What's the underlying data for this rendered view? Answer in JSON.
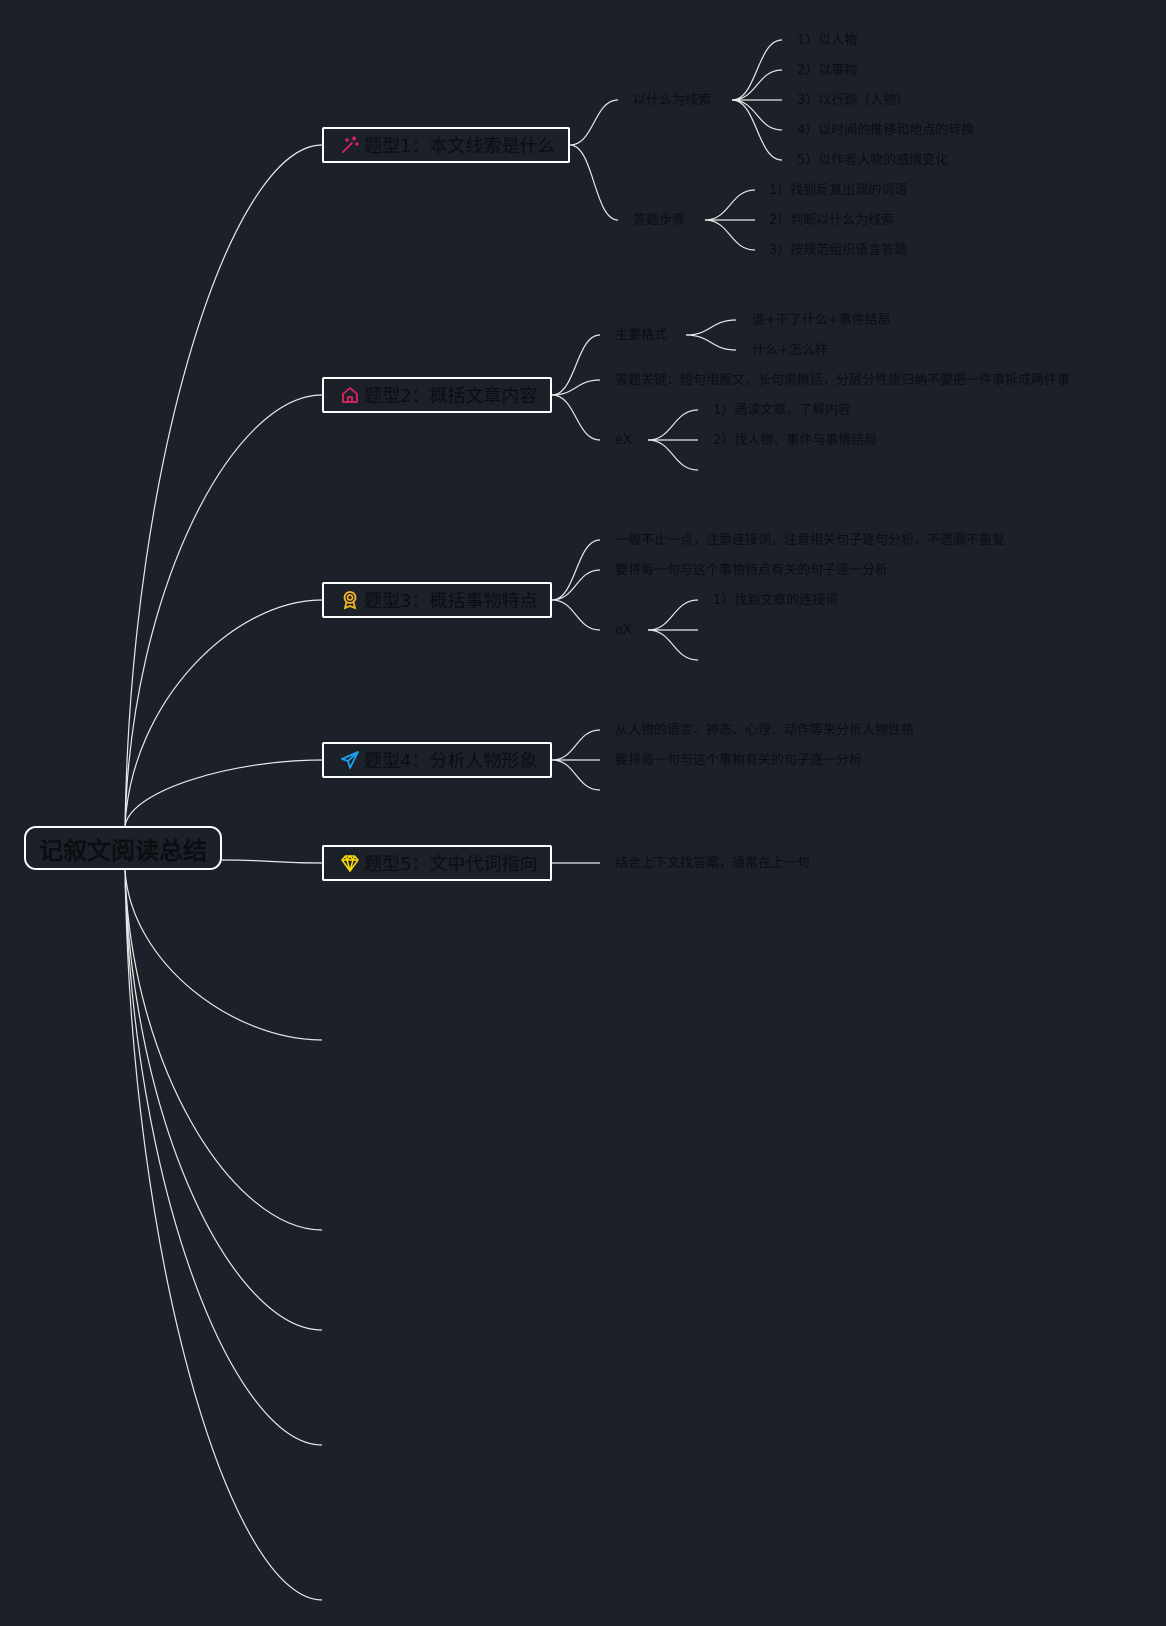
{
  "root": {
    "label": "记叙文阅读总结"
  },
  "topics": [
    {
      "label": "题型1：本文线索是什么",
      "icon": "magic-wand-icon",
      "color": "#e0245e",
      "children": [
        {
          "label": "以什么为线索",
          "children": [
            {
              "label": "1）以人物"
            },
            {
              "label": "2）以事物"
            },
            {
              "label": "3）以行踪（人物）"
            },
            {
              "label": "4）以时间的推移和地点的转换"
            },
            {
              "label": "5）以作者人物的感情变化"
            }
          ]
        },
        {
          "label": "答题步骤",
          "children": [
            {
              "label": "1）找到反复出现的词语"
            },
            {
              "label": "2）判断以什么为线索"
            },
            {
              "label": "3）按规范组织语言答题"
            }
          ]
        }
      ]
    },
    {
      "label": "题型2：概括文章内容",
      "icon": "home-icon",
      "color": "#e0245e",
      "children": [
        {
          "label": "主要格式",
          "children": [
            {
              "label": "谁+干了什么+事件结局"
            },
            {
              "label": "什么+怎么样"
            }
          ]
        },
        {
          "label": "答题关键：短句用原文，长句需概括，分层分性质归纳不要把一件事拆成两件事"
        },
        {
          "label": "eX",
          "children": [
            {
              "label": "1）通读文章，了解内容"
            },
            {
              "label": "2）找人物、事件与事情结局"
            }
          ]
        }
      ]
    },
    {
      "label": "题型3：概括事物特点",
      "icon": "award-ribbon-icon",
      "color": "#f0b429",
      "children": [
        {
          "label": "一般不止一点，注意连接词，注意相关句子逐句分析，不遗漏不重复"
        },
        {
          "label": "要将每一句与这个事物特点有关的句子逐一分析"
        },
        {
          "label": "eX",
          "children": [
            {
              "label": "1）找到文章的连接词"
            }
          ]
        }
      ]
    },
    {
      "label": "题型4：分析人物形象",
      "icon": "paper-plane-icon",
      "color": "#1da1f2",
      "children": [
        {
          "label": "从人物的语言、神态、心理、动作等来分析人物性格"
        },
        {
          "label": "要将每一句与这个事物有关的句子逐一分析"
        }
      ]
    },
    {
      "label": "题型5：文中代词指向",
      "icon": "diamond-icon",
      "color": "#f5d90a",
      "children": [
        {
          "label": "结合上下文找答案，通常在上一句"
        }
      ]
    }
  ]
}
